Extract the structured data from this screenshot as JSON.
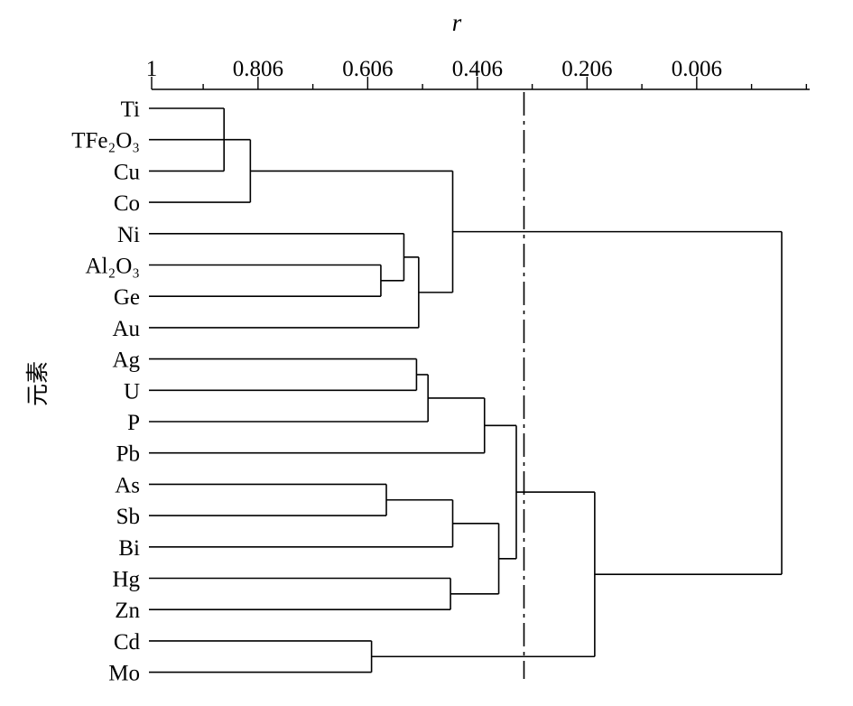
{
  "chart_data": {
    "type": "dendrogram",
    "xlabel": "r",
    "ylabel": "元素",
    "x_axis": {
      "position": "top",
      "range": [
        1.0,
        -0.2
      ],
      "tick_labels": [
        "1",
        "0.806",
        "0.606",
        "0.406",
        "0.206",
        "0.006"
      ],
      "tick_values": [
        1.0,
        0.806,
        0.606,
        0.406,
        0.206,
        0.006
      ],
      "minor_tick_values": [
        0.906,
        0.706,
        0.506,
        0.306,
        0.106,
        -0.094,
        -0.194
      ]
    },
    "leaves": [
      {
        "key": "Ti",
        "label": "Ti"
      },
      {
        "key": "TFe2O3",
        "label": "TFe₂O₃"
      },
      {
        "key": "Cu",
        "label": "Cu"
      },
      {
        "key": "Co",
        "label": "Co"
      },
      {
        "key": "Ni",
        "label": "Ni"
      },
      {
        "key": "Al2O3",
        "label": "Al₂O₃"
      },
      {
        "key": "Ge",
        "label": "Ge"
      },
      {
        "key": "Au",
        "label": "Au"
      },
      {
        "key": "Ag",
        "label": "Ag"
      },
      {
        "key": "U",
        "label": "U"
      },
      {
        "key": "P",
        "label": "P"
      },
      {
        "key": "Pb",
        "label": "Pb"
      },
      {
        "key": "As",
        "label": "As"
      },
      {
        "key": "Sb",
        "label": "Sb"
      },
      {
        "key": "Bi",
        "label": "Bi"
      },
      {
        "key": "Hg",
        "label": "Hg"
      },
      {
        "key": "Zn",
        "label": "Zn"
      },
      {
        "key": "Cd",
        "label": "Cd"
      },
      {
        "key": "Mo",
        "label": "Mo"
      }
    ],
    "merges": [
      {
        "id": "c1",
        "children": [
          "Ti",
          "TFe2O3",
          "Cu"
        ],
        "r": 0.868
      },
      {
        "id": "c2",
        "children": [
          "c1",
          "Co"
        ],
        "r": 0.82
      },
      {
        "id": "c3",
        "children": [
          "Al2O3",
          "Ge"
        ],
        "r": 0.582
      },
      {
        "id": "c4",
        "children": [
          "Ni",
          "c3"
        ],
        "r": 0.54
      },
      {
        "id": "c5",
        "children": [
          "c4",
          "Au"
        ],
        "r": 0.513
      },
      {
        "id": "c6",
        "children": [
          "c2",
          "c5"
        ],
        "r": 0.451
      },
      {
        "id": "c7",
        "children": [
          "Ag",
          "U"
        ],
        "r": 0.517
      },
      {
        "id": "c8",
        "children": [
          "c7",
          "P"
        ],
        "r": 0.496
      },
      {
        "id": "c9",
        "children": [
          "c8",
          "Pb"
        ],
        "r": 0.393
      },
      {
        "id": "c10",
        "children": [
          "As",
          "Sb"
        ],
        "r": 0.572
      },
      {
        "id": "c11",
        "children": [
          "c10",
          "Bi"
        ],
        "r": 0.451
      },
      {
        "id": "c12",
        "children": [
          "Hg",
          "Zn"
        ],
        "r": 0.455
      },
      {
        "id": "c13",
        "children": [
          "c11",
          "c12"
        ],
        "r": 0.367
      },
      {
        "id": "c14",
        "children": [
          "c9",
          "c13"
        ],
        "r": 0.335
      },
      {
        "id": "c15",
        "children": [
          "Cd",
          "Mo"
        ],
        "r": 0.599
      },
      {
        "id": "c16",
        "children": [
          "c14",
          "c15"
        ],
        "r": 0.192
      },
      {
        "id": "c17",
        "children": [
          "c6",
          "c16"
        ],
        "r": -0.149
      }
    ],
    "cut_line_r": 0.321,
    "grid": false,
    "legend": "none"
  }
}
